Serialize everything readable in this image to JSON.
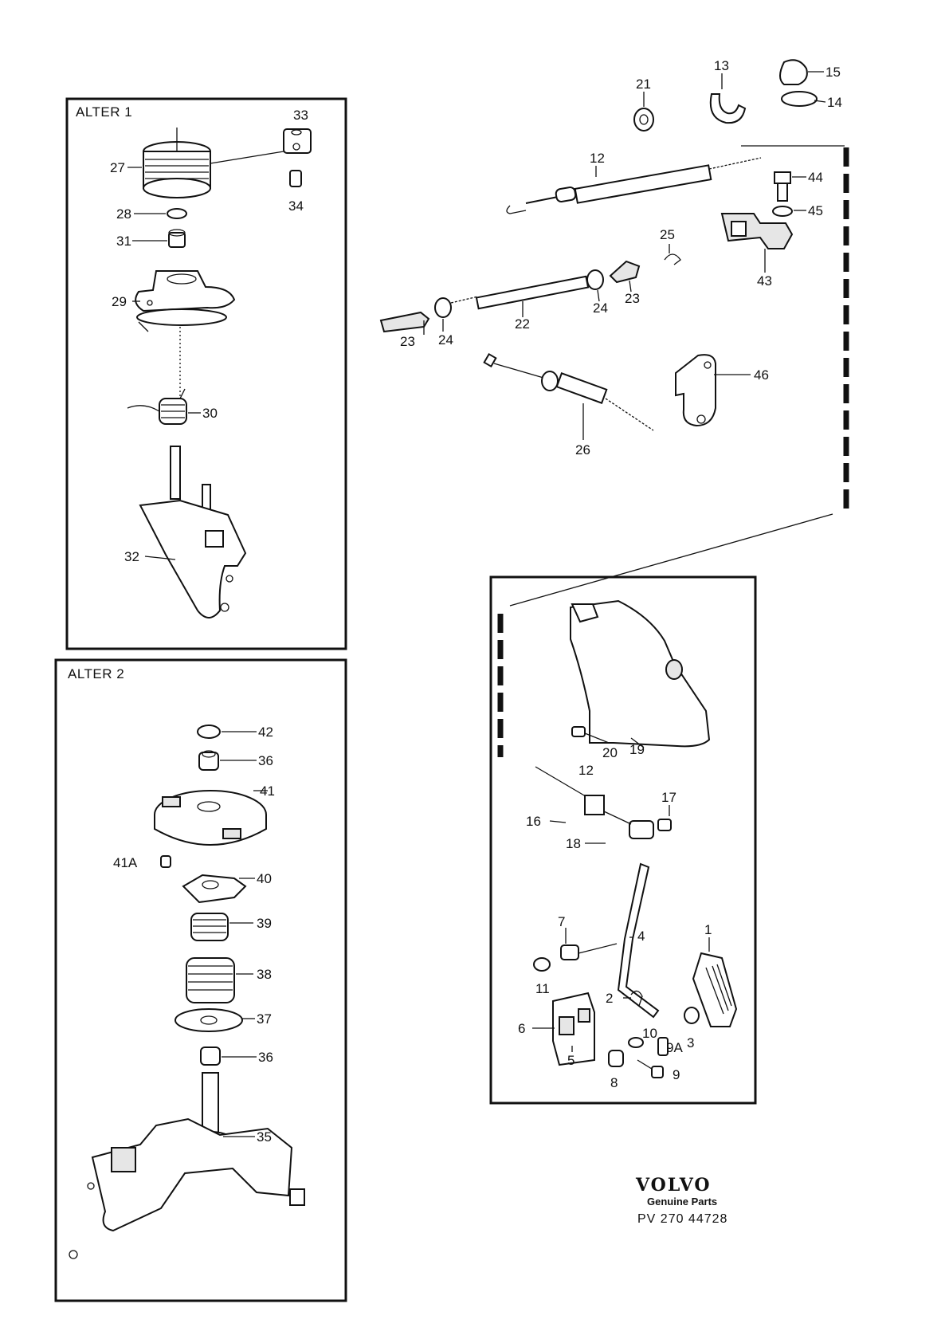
{
  "panels": {
    "alter1_title": "ALTER 1",
    "alter2_title": "ALTER 2"
  },
  "callouts": {
    "p21": "21",
    "p13": "13",
    "p15": "15",
    "p14": "14",
    "p12_top": "12",
    "p44": "44",
    "p45": "45",
    "p43": "43",
    "p25": "25",
    "p22": "22",
    "p23_left": "23",
    "p24_left": "24",
    "p24_right": "24",
    "p23_right": "23",
    "p46": "46",
    "p26": "26",
    "p33": "33",
    "p27": "27",
    "p34": "34",
    "p28": "28",
    "p31": "31",
    "p29": "29",
    "p30": "30",
    "p32": "32",
    "p42": "42",
    "p36_top": "36",
    "p41": "41",
    "p41A": "41A",
    "p40": "40",
    "p39": "39",
    "p38": "38",
    "p37": "37",
    "p36_bottom": "36",
    "p35": "35",
    "p19": "19",
    "p20": "20",
    "p12_pedal": "12",
    "p16": "16",
    "p17": "17",
    "p18": "18",
    "p7": "7",
    "p4": "4",
    "p1": "1",
    "p11": "11",
    "p2": "2",
    "p6": "6",
    "p5": "5",
    "p10": "10",
    "p3": "3",
    "p9A": "9A",
    "p8": "8",
    "p9": "9"
  },
  "brand": {
    "logo_text": "VOLVO",
    "subtitle": "Genuine Parts",
    "code": "PV 270 44728"
  },
  "icons": [
    "spring-icon",
    "cable-icon",
    "bracket-icon",
    "pedal-icon",
    "nut-icon",
    "washer-icon",
    "clip-icon"
  ]
}
